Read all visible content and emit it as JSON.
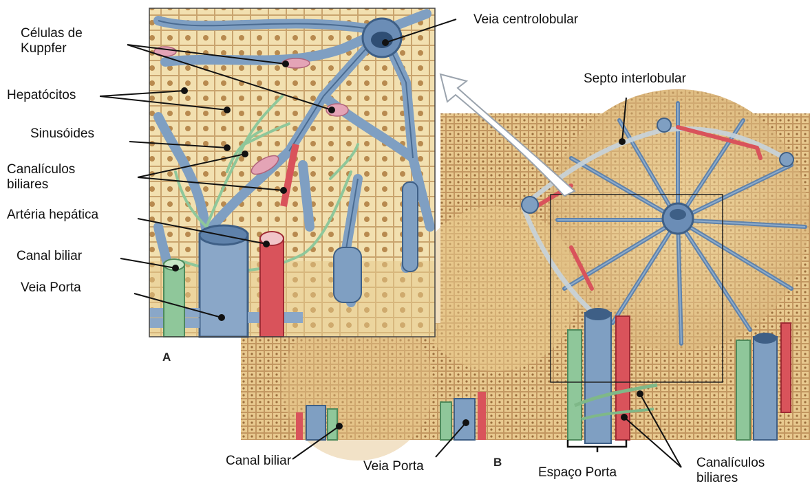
{
  "diagram": {
    "panel_a_letter": "A",
    "panel_b_letter": "B",
    "labels": {
      "kupffer_line1": "Células de",
      "kupffer_line2": "Kuppfer",
      "hepatocitos": "Hepatócitos",
      "sinusoides": "Sinusóides",
      "canaliculos_a_line1": "Canalículos",
      "canaliculos_a_line2": "biliares",
      "arteria_hepatica": "Artéria hepática",
      "canal_biliar_a": "Canal biliar",
      "veia_porta_a": "Veia Porta",
      "veia_centrolobular": "Veia centrolobular",
      "septo_interlobular": "Septo interlobular",
      "canal_biliar_b": "Canal biliar",
      "veia_porta_b": "Veia Porta",
      "espaco_porta": "Espaço Porta",
      "canaliculos_b_line1": "Canalículos",
      "canaliculos_b_line2": "biliares"
    },
    "colors": {
      "hepatocyte": "#f3e2b3",
      "hepatocyte_dark": "#d9b37a",
      "vein_blue": "#7f9fc2",
      "vein_blue_dark": "#3e5f86",
      "artery_red": "#d9535b",
      "bile_green": "#8fc79a",
      "nucleus": "#b98a4e"
    }
  }
}
